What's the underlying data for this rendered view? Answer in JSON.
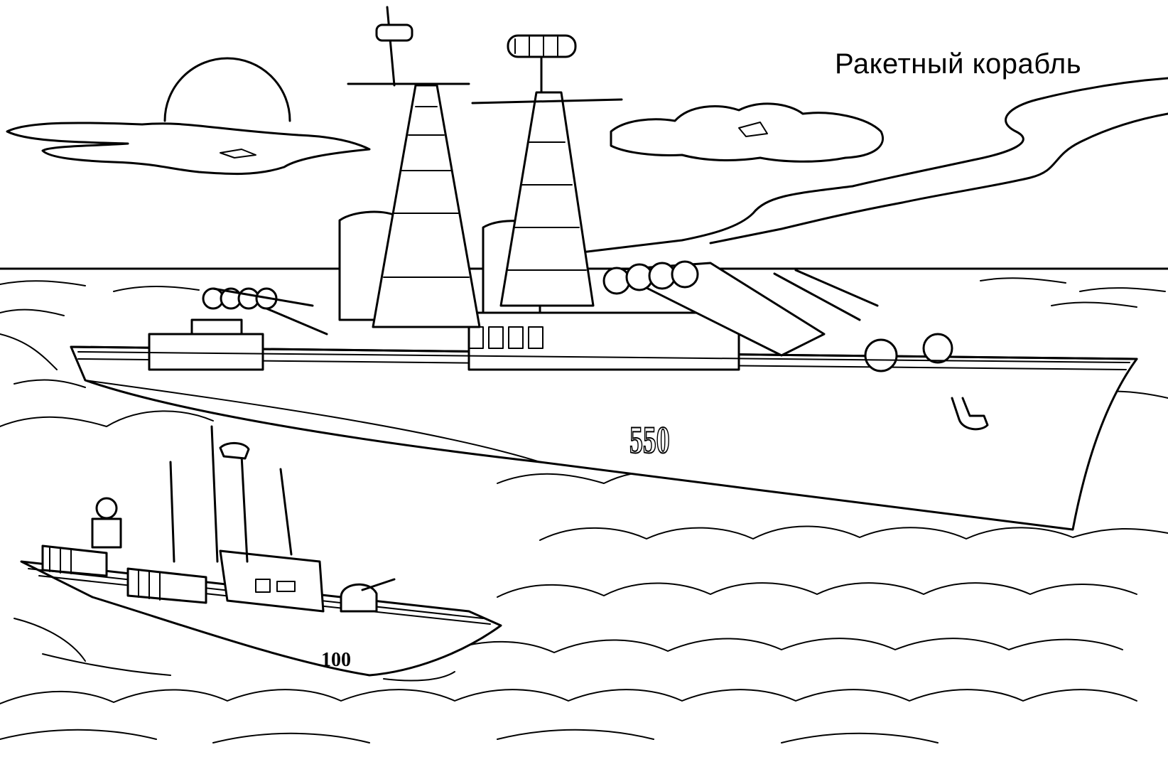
{
  "title": "Ракетный корабль",
  "scene": {
    "style": "black-and-white coloring page line art",
    "elements": [
      "sun",
      "clouds",
      "horizon",
      "sea waves",
      "large missile ship",
      "small missile boat"
    ]
  },
  "large_ship": {
    "hull_number": "550"
  },
  "small_boat": {
    "hull_number": "100"
  },
  "colors": {
    "ink": "#000000",
    "paper": "#ffffff"
  }
}
